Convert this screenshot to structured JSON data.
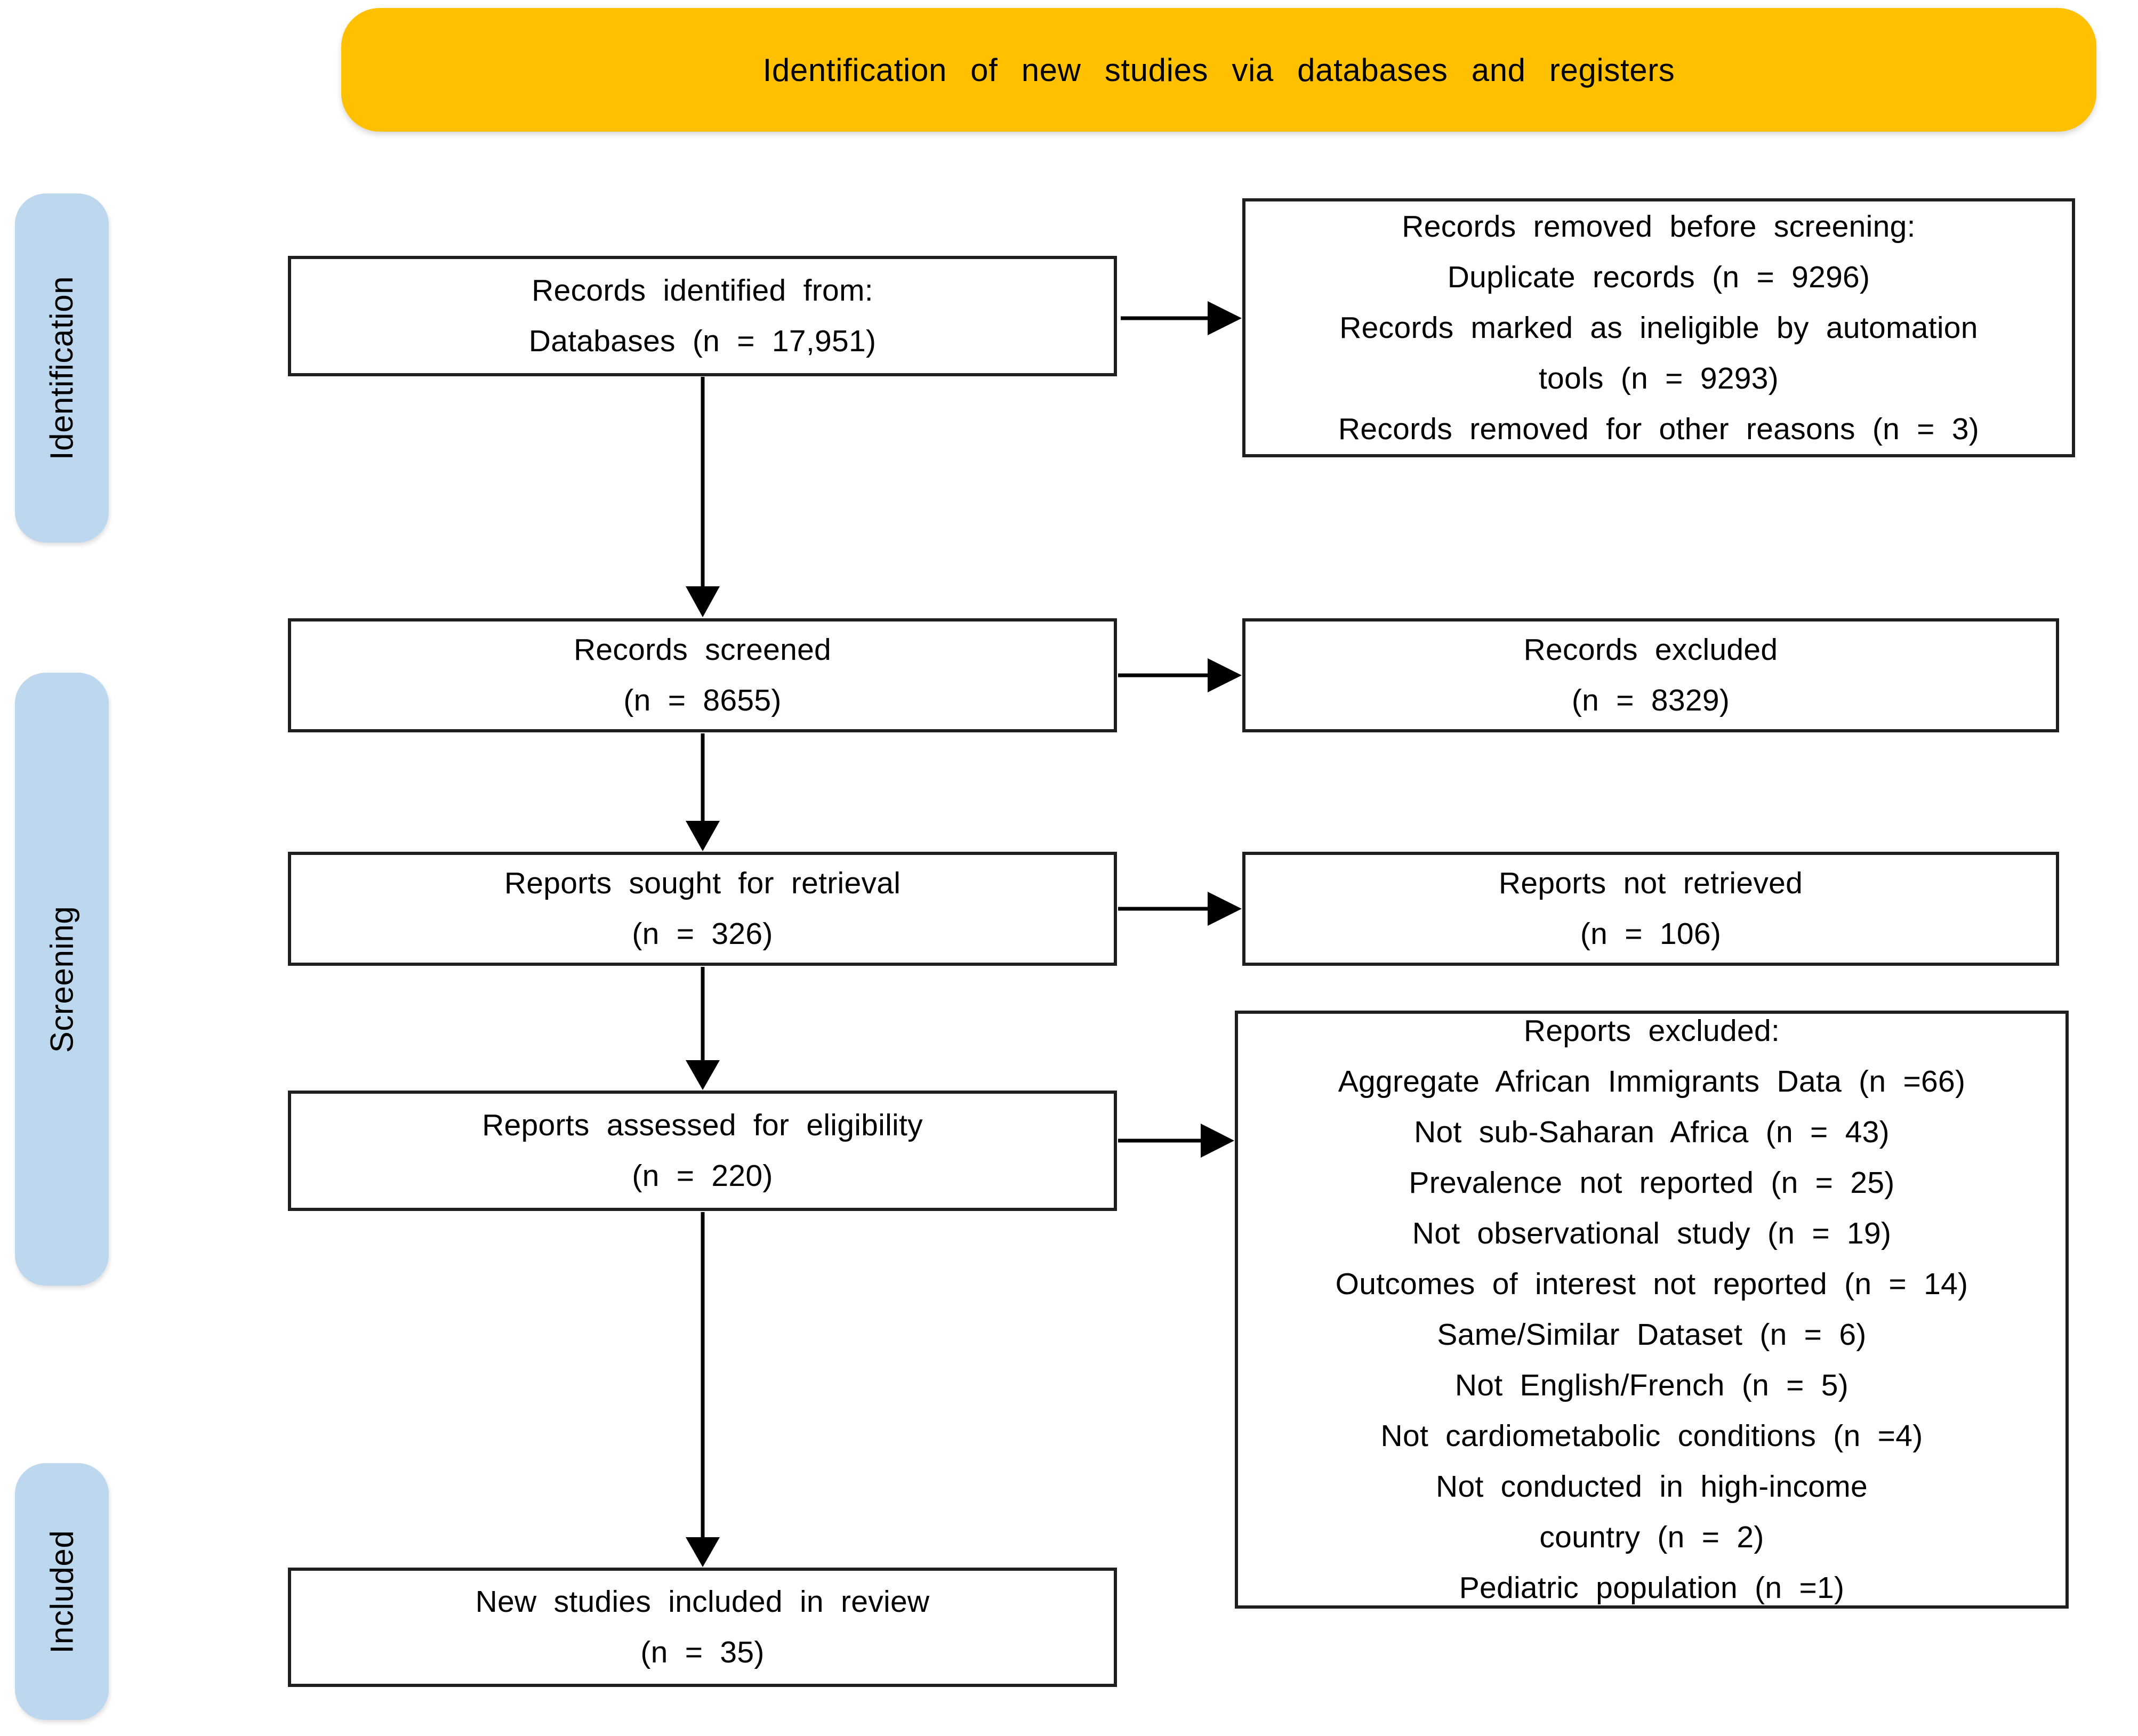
{
  "banner": {
    "label": "Identification of new studies via databases and registers"
  },
  "stages": [
    {
      "label": "Identification"
    },
    {
      "label": "Screening"
    },
    {
      "label": "Included"
    }
  ],
  "main_boxes": [
    {
      "name": "records-identified",
      "lines": [
        "Records identified from:",
        "Databases (n = 17,951)"
      ]
    },
    {
      "name": "records-screened",
      "lines": [
        "Records screened",
        "(n = 8655)"
      ]
    },
    {
      "name": "reports-sought-for-retrieval",
      "lines": [
        "Reports sought for retrieval",
        "(n = 326)"
      ]
    },
    {
      "name": "reports-assessed-for-eligibility",
      "lines": [
        "Reports assessed for eligibility",
        "(n = 220)"
      ]
    },
    {
      "name": "new-studies-included",
      "lines": [
        "New studies included in review",
        "(n = 35)"
      ]
    }
  ],
  "side_boxes": [
    {
      "name": "records-removed-before-screening",
      "lines": [
        "Records removed before screening:",
        "Duplicate records (n = 9296)",
        "Records marked as ineligible by automation",
        "tools (n = 9293)",
        "Records removed for other reasons (n = 3)"
      ]
    },
    {
      "name": "records-excluded",
      "lines": [
        "Records excluded",
        "(n = 8329)"
      ]
    },
    {
      "name": "reports-not-retrieved",
      "lines": [
        "Reports not retrieved",
        "(n = 106)"
      ]
    },
    {
      "name": "reports-excluded",
      "lines": [
        "Reports excluded:",
        "Aggregate African Immigrants Data (n =66)",
        "Not sub-Saharan Africa (n = 43)",
        "Prevalence not reported (n = 25)",
        "Not observational study (n = 19)",
        "Outcomes of interest not reported (n = 14)",
        "Same/Similar Dataset (n = 6)",
        "Not English/French (n = 5)",
        "Not cardiometabolic conditions (n =4)",
        "Not conducted in high-income",
        "country (n = 2)",
        "Pediatric population (n =1)"
      ]
    }
  ],
  "colors": {
    "banner_bg": "#FFC000",
    "stage_bg": "#BDD7EE",
    "box_bg": "#FFFFFF",
    "box_border": "#1F1F1F",
    "arrow": "#000000",
    "text": "#000000"
  }
}
